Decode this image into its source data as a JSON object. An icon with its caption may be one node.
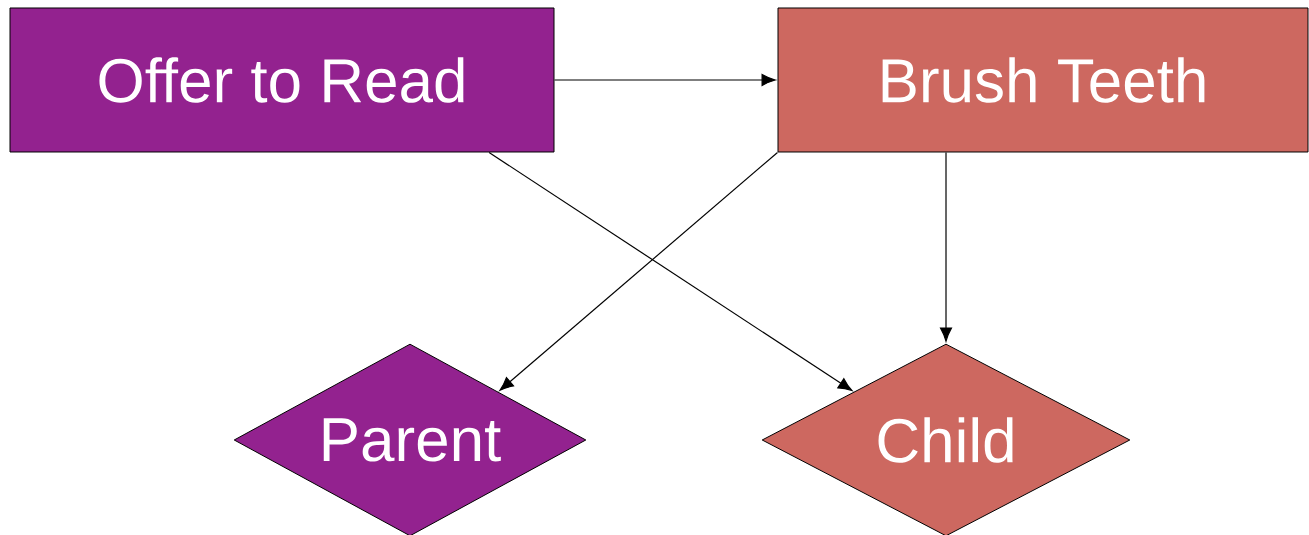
{
  "diagram": {
    "nodes": [
      {
        "text": [
          "Offer to Read"
        ]
      },
      {
        "text": [
          "Brush Teeth"
        ]
      },
      {
        "text": [
          "Parent"
        ]
      },
      {
        "text": [
          "Child"
        ]
      }
    ],
    "edges": [
      {
        "from": 0,
        "to": 1,
        "arrow": "to"
      },
      {
        "from": 1,
        "to": 2,
        "arrow": "to"
      },
      {
        "from": 0,
        "to": 3,
        "arrow": "to"
      },
      {
        "from": 1,
        "to": 3,
        "arrow": "to"
      }
    ]
  }
}
